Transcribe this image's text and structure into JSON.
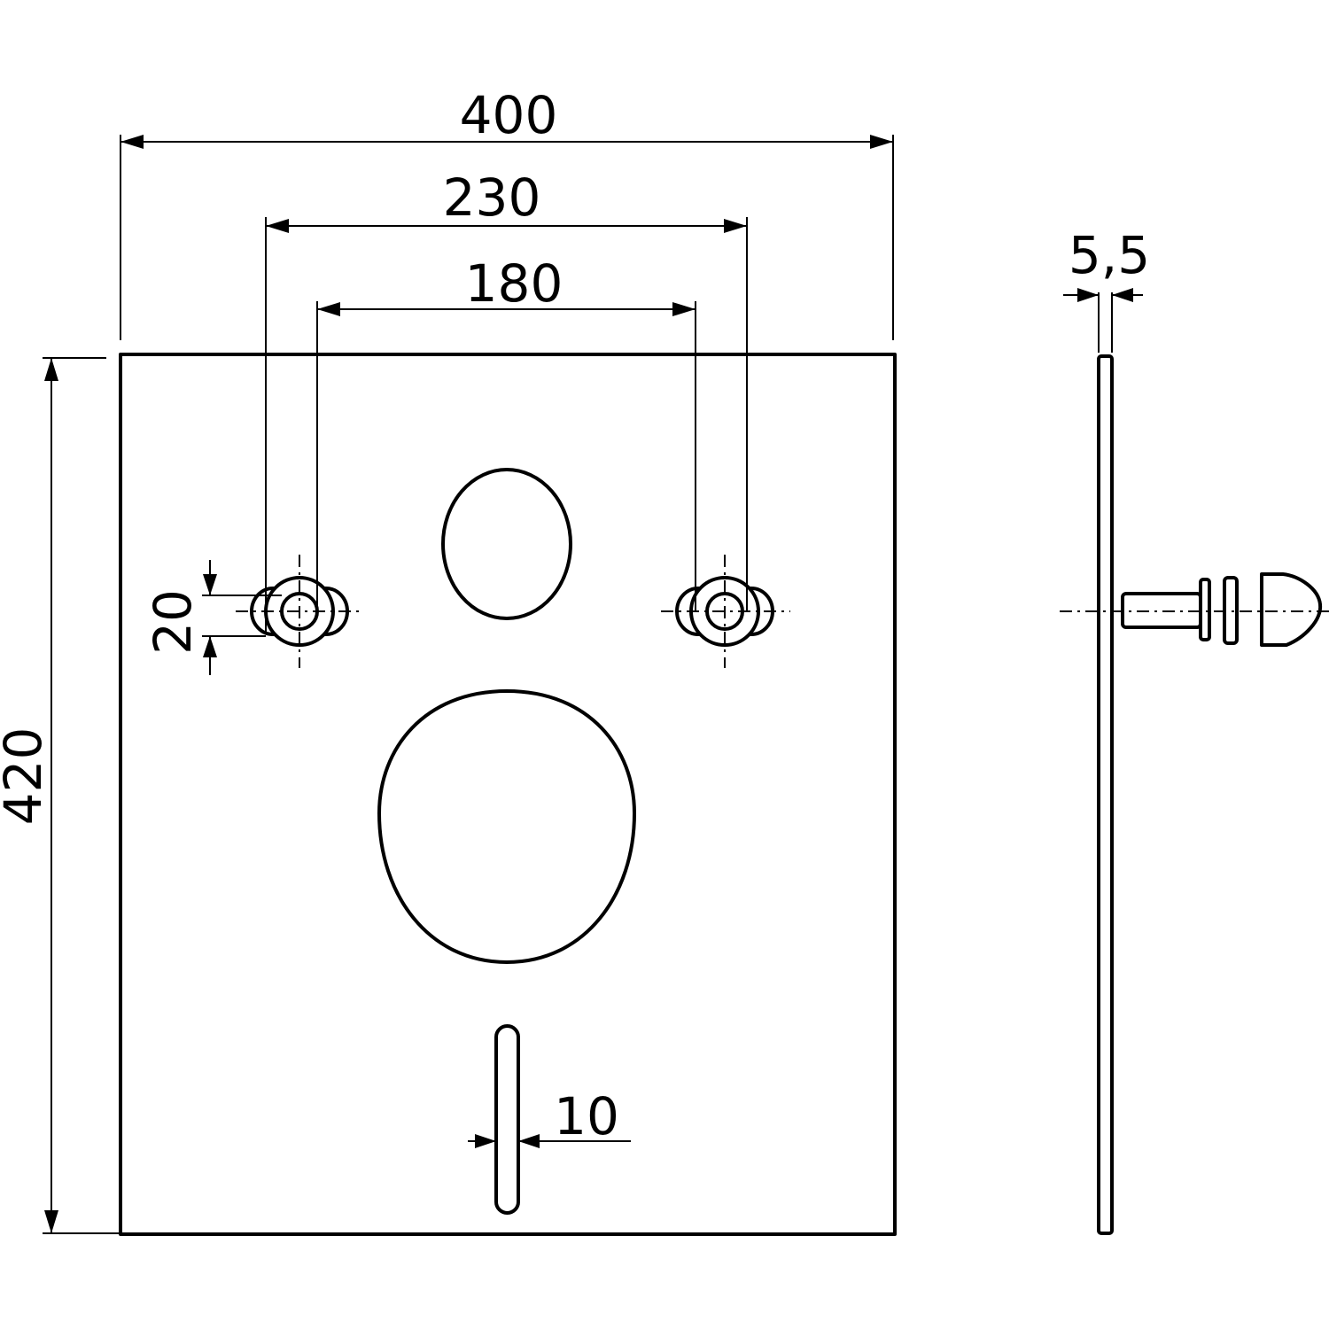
{
  "dimensions": {
    "overall_width": "400",
    "outer_hole_spacing": "230",
    "inner_hole_spacing": "180",
    "overall_height": "420",
    "hole_size": "20",
    "slot_width": "10",
    "thickness": "5,5"
  },
  "colors": {
    "line": "#000000",
    "background": "#ffffff"
  }
}
